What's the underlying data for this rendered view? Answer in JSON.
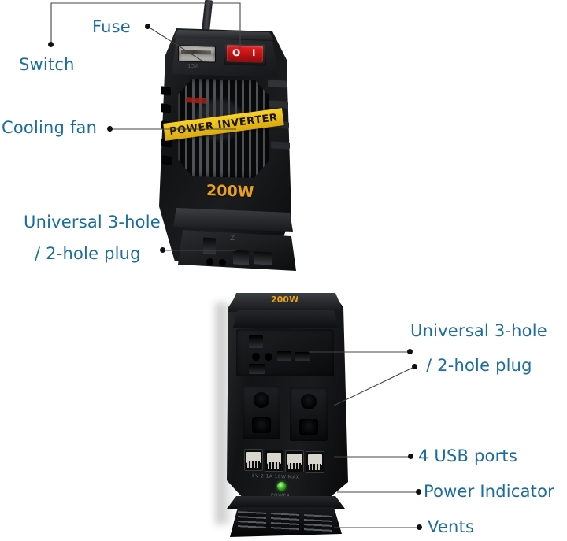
{
  "page": {
    "background": "#ffffff",
    "label_color": "#1a6d9e",
    "leader_color": "#444444",
    "accent_yellow": "#efc21a",
    "accent_orange": "#e8a21a",
    "switch_red": "#cc1518",
    "led_green": "#2fa81c"
  },
  "callouts": {
    "switch": "Switch",
    "fuse": "Fuse",
    "cooling_fan": "Cooling fan",
    "universal_plug_line1": "Universal 3-hole",
    "universal_plug_line2": "/ 2-hole plug",
    "universal_plug_line1_b": "Universal 3-hole",
    "universal_plug_line2_b": "/ 2-hole plug",
    "usb_ports": "4 USB ports",
    "power_indicator": "Power Indicator",
    "vents": "Vents"
  },
  "device_top": {
    "brand_banner": "POWER INVERTER",
    "wattage": "200W",
    "fuse_marking": "15A",
    "switch_off_symbol": "O",
    "switch_on_symbol": "I"
  },
  "device_bottom": {
    "wattage": "200W",
    "usb_rating": "5V 2.1A 10W MAX",
    "indicator_label": "POWER",
    "usb_port_count": 4,
    "outlet_count": 2
  }
}
